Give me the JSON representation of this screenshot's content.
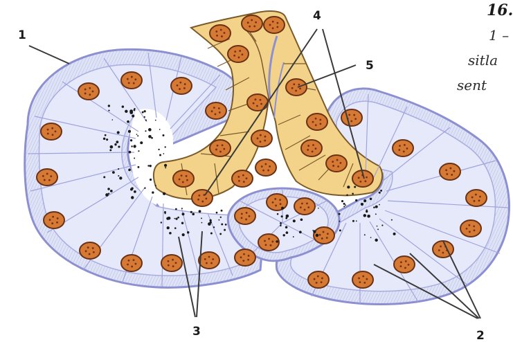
{
  "diagram": {
    "caption": {
      "title": "16.",
      "line1": "1 –",
      "line2": "sitla",
      "line3": "sent"
    },
    "labels": {
      "l1": "1",
      "l2": "2",
      "l3": "3",
      "l4": "4",
      "l5": "5"
    },
    "colors": {
      "acinus_fill": "#dfe3f6",
      "acinus_border": "#8c8fd0",
      "duct_fill": "#f3d38a",
      "duct_border": "#7b5a2a",
      "nucleus_fill": "#d47a34",
      "nucleus_border": "#6a3115",
      "granule": "#1a1a1a"
    }
  }
}
